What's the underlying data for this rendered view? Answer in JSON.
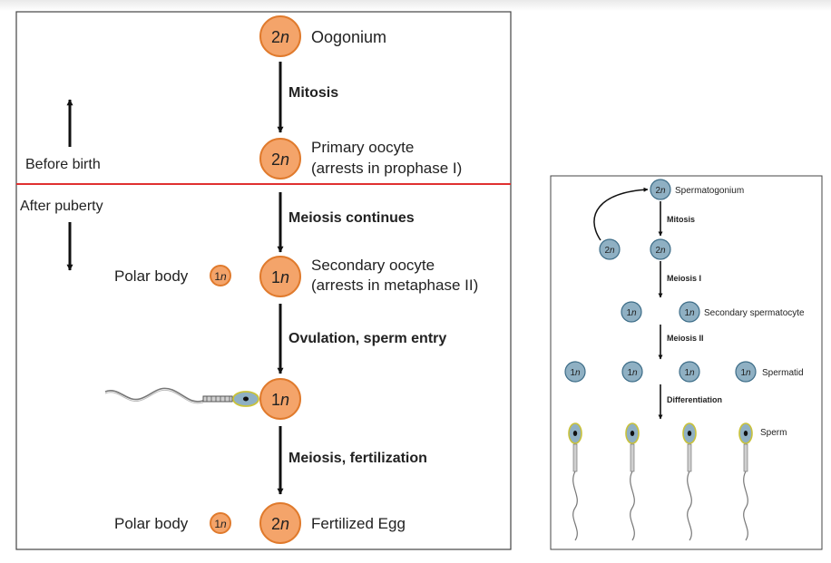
{
  "oogenesis": {
    "oogonium": {
      "ploidy_num": "2",
      "ploidy_n": "n",
      "label": "Oogonium"
    },
    "mitosis": "Mitosis",
    "primary": {
      "ploidy_num": "2",
      "ploidy_n": "n",
      "label_line1": "Primary oocyte",
      "label_line2": "(arrests in prophase I)"
    },
    "before_birth": "Before birth",
    "after_puberty": "After puberty",
    "meiosis_continues": "Meiosis continues",
    "secondary": {
      "ploidy_num": "1",
      "ploidy_n": "n",
      "label_line1": "Secondary oocyte",
      "label_line2": "(arrests in metaphase II)"
    },
    "polar_body_1": {
      "label": "Polar body",
      "ploidy_num": "1",
      "ploidy_n": "n"
    },
    "ovulation": "Ovulation, sperm entry",
    "egg_with_sperm": {
      "ploidy_num": "1",
      "ploidy_n": "n"
    },
    "meiosis_fert": "Meiosis, fertilization",
    "fertilized": {
      "ploidy_num": "2",
      "ploidy_n": "n",
      "label": "Fertilized Egg"
    },
    "polar_body_2": {
      "label": "Polar body",
      "ploidy_num": "1",
      "ploidy_n": "n"
    },
    "colors": {
      "divider": "#e03030",
      "cell_fill": "#f4a46a",
      "cell_stroke": "#e07a2c"
    }
  },
  "spermatogenesis": {
    "spermatogonium": {
      "ploidy_num": "2",
      "ploidy_n": "n",
      "label": "Spermatogonium"
    },
    "mitosis": "Mitosis",
    "mitosis_cells": [
      {
        "ploidy_num": "2",
        "ploidy_n": "n"
      },
      {
        "ploidy_num": "2",
        "ploidy_n": "n"
      }
    ],
    "meiosis1": "Meiosis I",
    "secondary_cells": [
      {
        "ploidy_num": "1",
        "ploidy_n": "n"
      },
      {
        "ploidy_num": "1",
        "ploidy_n": "n"
      }
    ],
    "secondary_label": "Secondary spermatocyte",
    "meiosis2": "Meiosis II",
    "spermatid_cells": [
      {
        "ploidy_num": "1",
        "ploidy_n": "n"
      },
      {
        "ploidy_num": "1",
        "ploidy_n": "n"
      },
      {
        "ploidy_num": "1",
        "ploidy_n": "n"
      },
      {
        "ploidy_num": "1",
        "ploidy_n": "n"
      }
    ],
    "spermatid_label": "Spermatid",
    "differentiation": "Differentiation",
    "sperm_label": "Sperm",
    "colors": {
      "cell_fill": "#8fb0c3",
      "cell_stroke": "#3d6d88"
    }
  }
}
